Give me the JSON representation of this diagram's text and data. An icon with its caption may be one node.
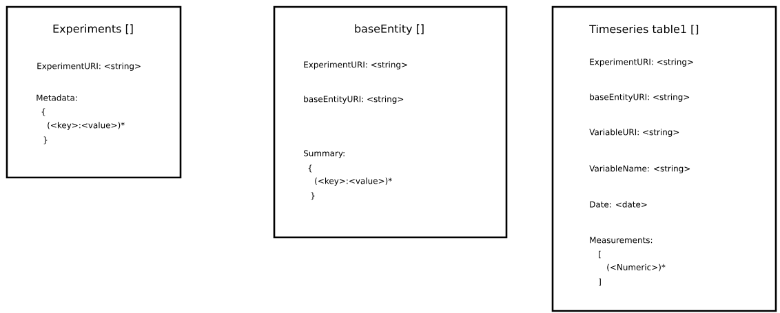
{
  "diagram": {
    "nodes": [
      {
        "text": [
          "Experiments []",
          "ExperimentURI: <string>",
          "Metadata:",
          "{",
          "(<key>:<value>)*",
          "}"
        ]
      },
      {
        "text": [
          "baseEntity []",
          "ExperimentURI: <string>",
          "baseEntityURI: <string>",
          "Summary:",
          "{",
          "(<key>:<value>)*",
          "}"
        ]
      },
      {
        "text": [
          "Timeseries table1 []",
          "ExperimentURI: <string>",
          "baseEntityURI: <string>",
          "VariableURI: <string>",
          "VariableName: <string>",
          "Date: <date>",
          "Measurements:",
          "[",
          "(<Numeric>)*",
          "]"
        ]
      }
    ]
  }
}
